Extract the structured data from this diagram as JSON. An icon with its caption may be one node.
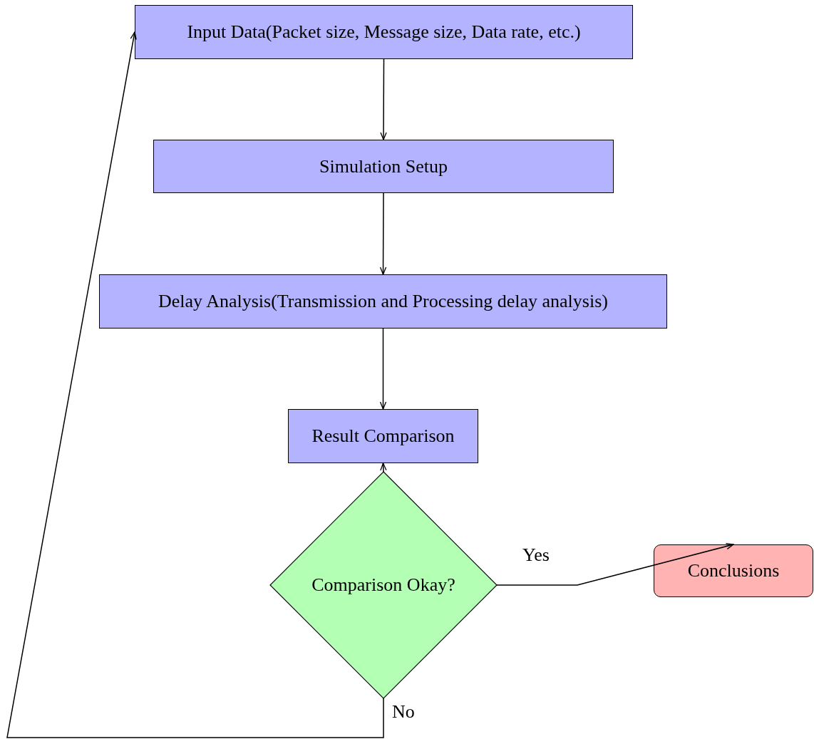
{
  "diagram": {
    "nodes": [
      {
        "text": [
          "Input Data(Packet size, Message size, Data rate, etc.)"
        ]
      },
      {
        "text": [
          "Simulation Setup"
        ]
      },
      {
        "text": [
          "Delay Analysis(Transmission and Processing delay analysis)"
        ]
      },
      {
        "text": [
          "Result Comparison"
        ]
      },
      {
        "text": [
          "Comparison Okay?"
        ]
      },
      {
        "text": [
          "Conclusions"
        ]
      }
    ],
    "edges": [
      {
        "from": 0,
        "to": 1,
        "arrow": "to"
      },
      {
        "from": 1,
        "to": 2,
        "arrow": "to"
      },
      {
        "from": 2,
        "to": 3,
        "arrow": "to"
      },
      {
        "from": 4,
        "to": 3,
        "arrow": "to"
      },
      {
        "from": 4,
        "to": 5,
        "arrow": "to",
        "label": "Yes"
      },
      {
        "from": 4,
        "to": 0,
        "arrow": "to",
        "label": "No"
      }
    ]
  }
}
